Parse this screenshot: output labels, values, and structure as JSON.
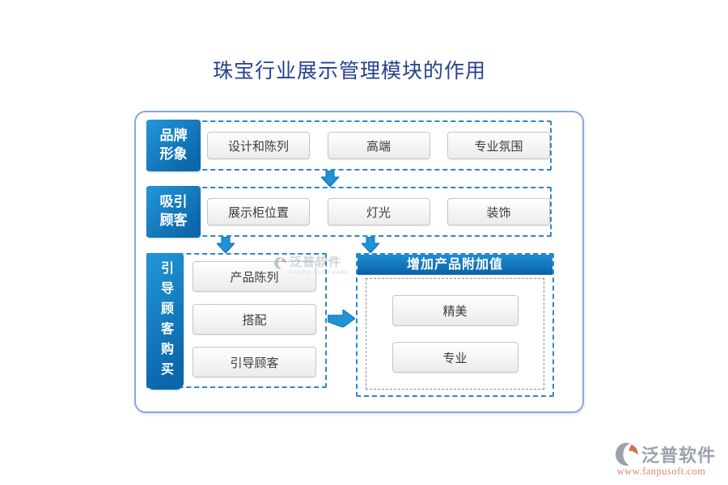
{
  "title": "珠宝行业展示管理模块的作用",
  "diagram": {
    "rows": [
      {
        "label": "品牌形象",
        "items": [
          "设计和陈列",
          "高端",
          "专业氛围"
        ]
      },
      {
        "label": "吸引顾客",
        "items": [
          "展示柜位置",
          "灯光",
          "装饰"
        ]
      },
      {
        "label": "引导顾客购买",
        "items": [
          "产品陈列",
          "搭配",
          "引导顾客"
        ]
      }
    ],
    "result_box": {
      "header": "增加产品附加值",
      "items": [
        "精美",
        "专业"
      ]
    }
  },
  "watermark_center": {
    "brand": "泛普软件",
    "subtitle": "FANPU SOFTWARE"
  },
  "watermark_footer": {
    "brand": "泛普软件",
    "url": "www.fanpusoft.com"
  },
  "colors": {
    "title_text": "#26418f",
    "label_blue_top": "#2397d6",
    "label_blue_bottom": "#0b67ac",
    "dashed_border_blue": "#2e86c9",
    "container_border": "#8ba7da",
    "arrow_fill": "#1e93d6",
    "arrow_stroke": "#0c6cb4",
    "node_border": "#c5c5c5",
    "node_text": "#3d3d3d",
    "inner_dashed_gray": "#8f8f8f",
    "watermark_gray": "#9ca1ae",
    "watermark_orange": "#dc8470"
  }
}
